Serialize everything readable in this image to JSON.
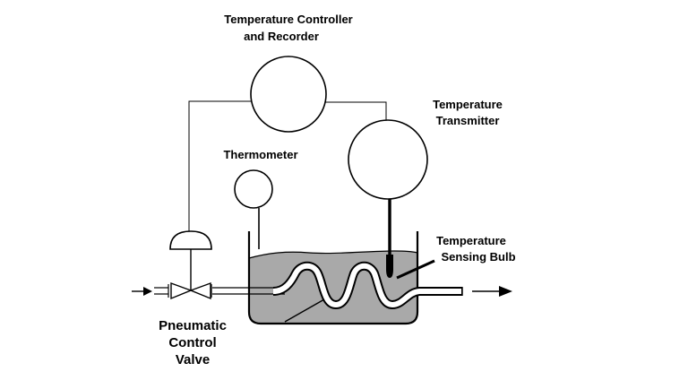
{
  "labels": {
    "controller_line1": "Temperature Controller",
    "controller_line2": "and Recorder",
    "transmitter_line1": "Temperature",
    "transmitter_line2": "Transmitter",
    "thermometer": "Thermometer",
    "bulb_line1": "Temperature",
    "bulb_line2": "Sensing Bulb",
    "valve_line1": "Pneumatic",
    "valve_line2": "Control",
    "valve_line3": "Valve"
  },
  "colors": {
    "liquid": "#a9a9a9",
    "line": "#000000",
    "background": "#ffffff"
  }
}
